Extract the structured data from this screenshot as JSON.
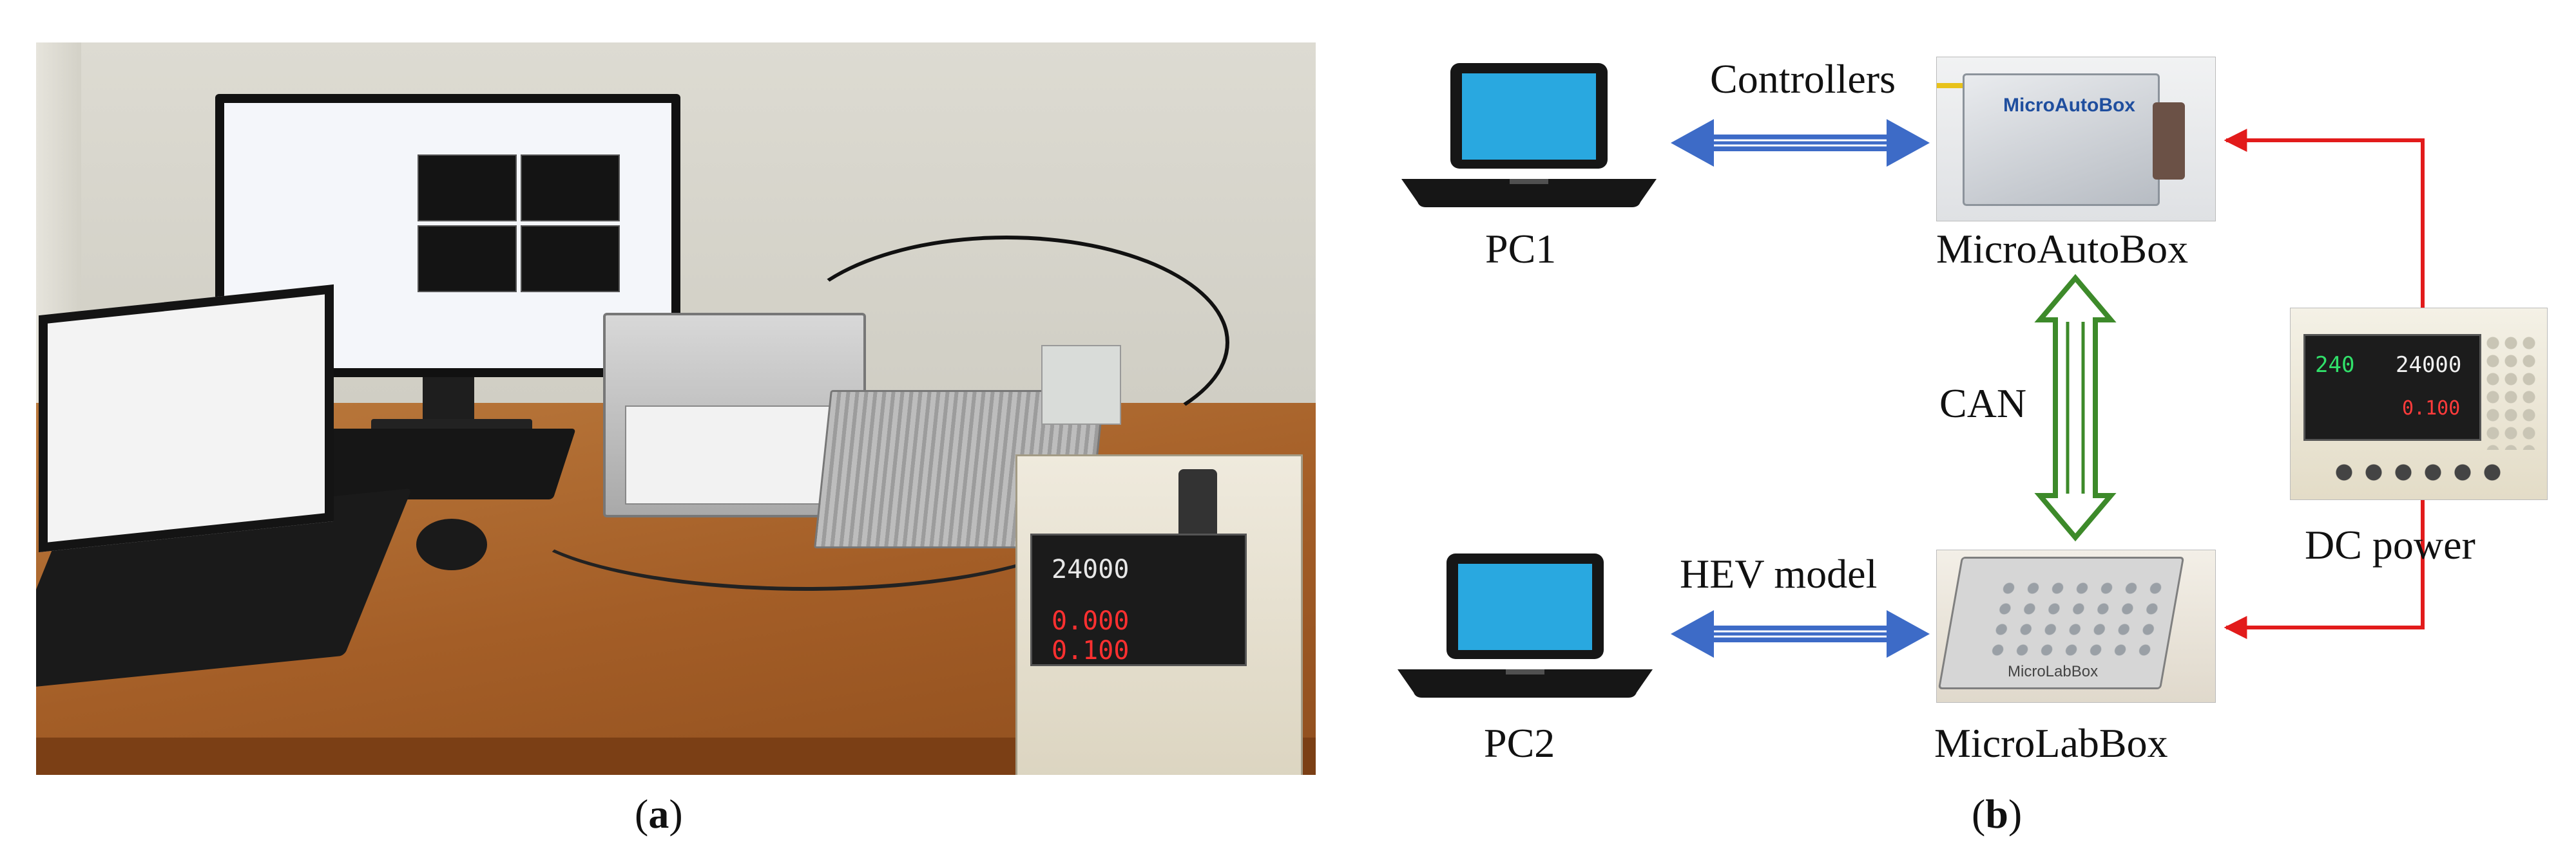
{
  "panel_a": {
    "caption_open": "(",
    "caption_letter": "a",
    "caption_close": ")",
    "power_supply_display_top": "24000",
    "power_supply_display_left": "0.000",
    "power_supply_display_right": "0.100"
  },
  "panel_b": {
    "caption_open": "(",
    "caption_letter": "b",
    "caption_close": ")",
    "labels": {
      "pc1": "PC1",
      "pc2": "PC2",
      "microautobox": "MicroAutoBox",
      "microlabbox": "MicroLabBox",
      "dc_power": "DC power",
      "controllers": "Controllers",
      "hev_model": "HEV model",
      "can": "CAN"
    },
    "device_text": {
      "microautobox_logo": "MicroAutoBox",
      "microlabbox_logo": "MicroLabBox",
      "dc_reading_1": "240",
      "dc_reading_2": "24000",
      "dc_reading_3": "0.100"
    },
    "colors": {
      "laptop_screen": "#29a8e0",
      "laptop_body": "#161616",
      "blue_arrow": "#3d6bc7",
      "green_arrow": "#3d8a2a",
      "red_line": "#e21b1b"
    }
  }
}
